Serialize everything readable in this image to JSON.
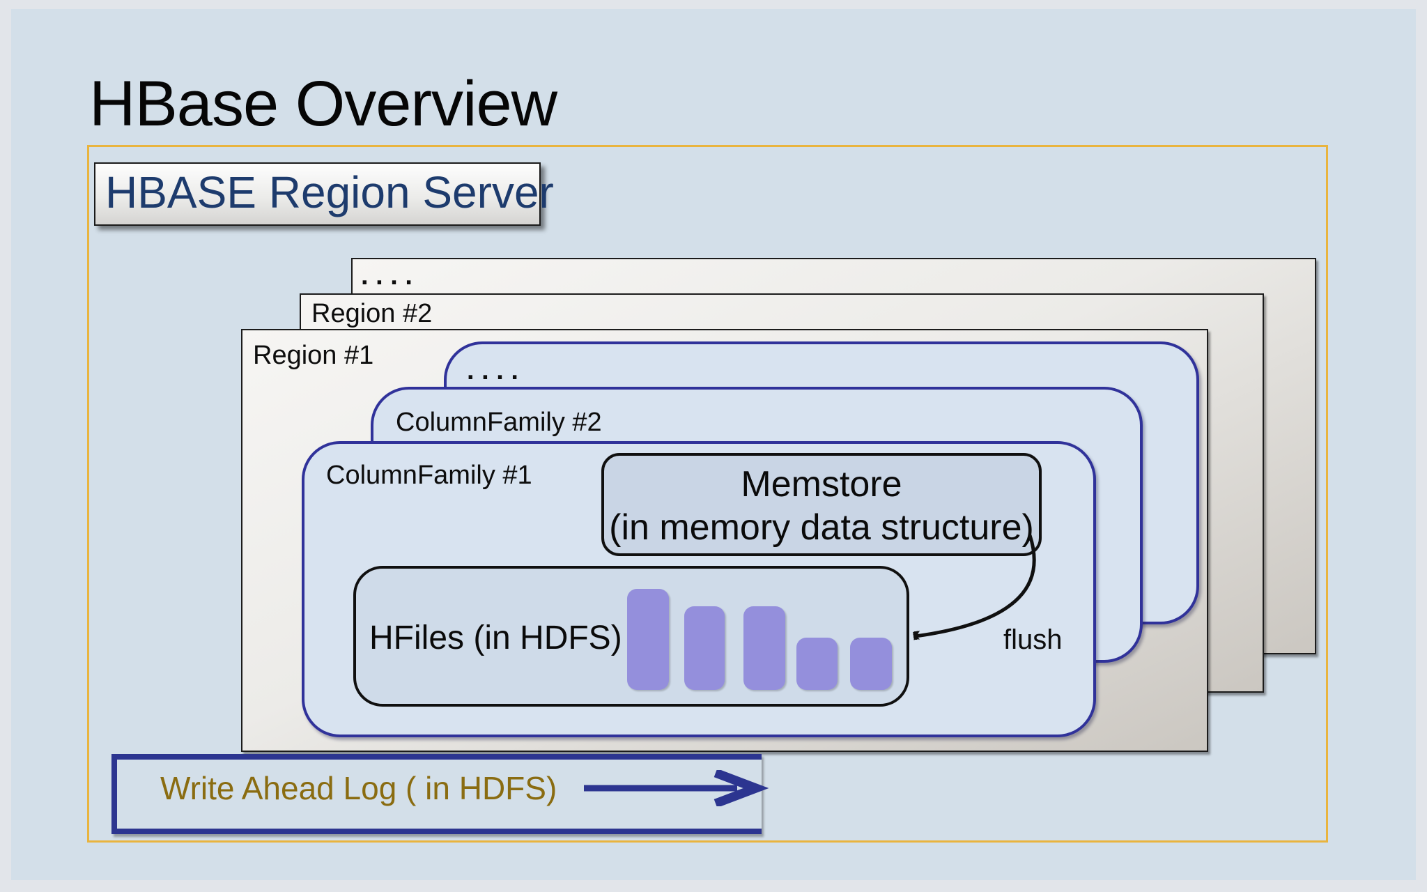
{
  "title": "HBase Overview",
  "region_server_label": "HBASE Region Server",
  "regions": [
    {
      "id": "region-dots",
      "label": ". . . ."
    },
    {
      "id": "region-2",
      "label": "Region #2"
    },
    {
      "id": "region-1",
      "label": "Region #1"
    }
  ],
  "column_families": [
    {
      "id": "cf-dots",
      "label": ". . . ."
    },
    {
      "id": "cf-2",
      "label": "ColumnFamily #2"
    },
    {
      "id": "cf-1",
      "label": "ColumnFamily #1"
    }
  ],
  "memstore": {
    "title": "Memstore",
    "subtitle": "(in memory data structure)"
  },
  "hfiles": {
    "label": "HFiles (in HDFS)",
    "bar_count": 5
  },
  "flush_label": "flush",
  "wal_label": "Write Ahead Log ( in HDFS)",
  "colors": {
    "slide_bg": "#d3dfe9",
    "frame_bg": "#e2e5ea",
    "accent_orange": "#e9b43e",
    "navy_border": "#30329a",
    "wal_navy": "#2c3590",
    "region_server_text": "#1d3b6d",
    "wal_text": "#8a6c11",
    "bar_fill": "#948fdc",
    "cf_fill": "#d8e3f0",
    "memstore_fill": "#c9d5e5",
    "hfiles_fill": "#cfdbe9"
  }
}
